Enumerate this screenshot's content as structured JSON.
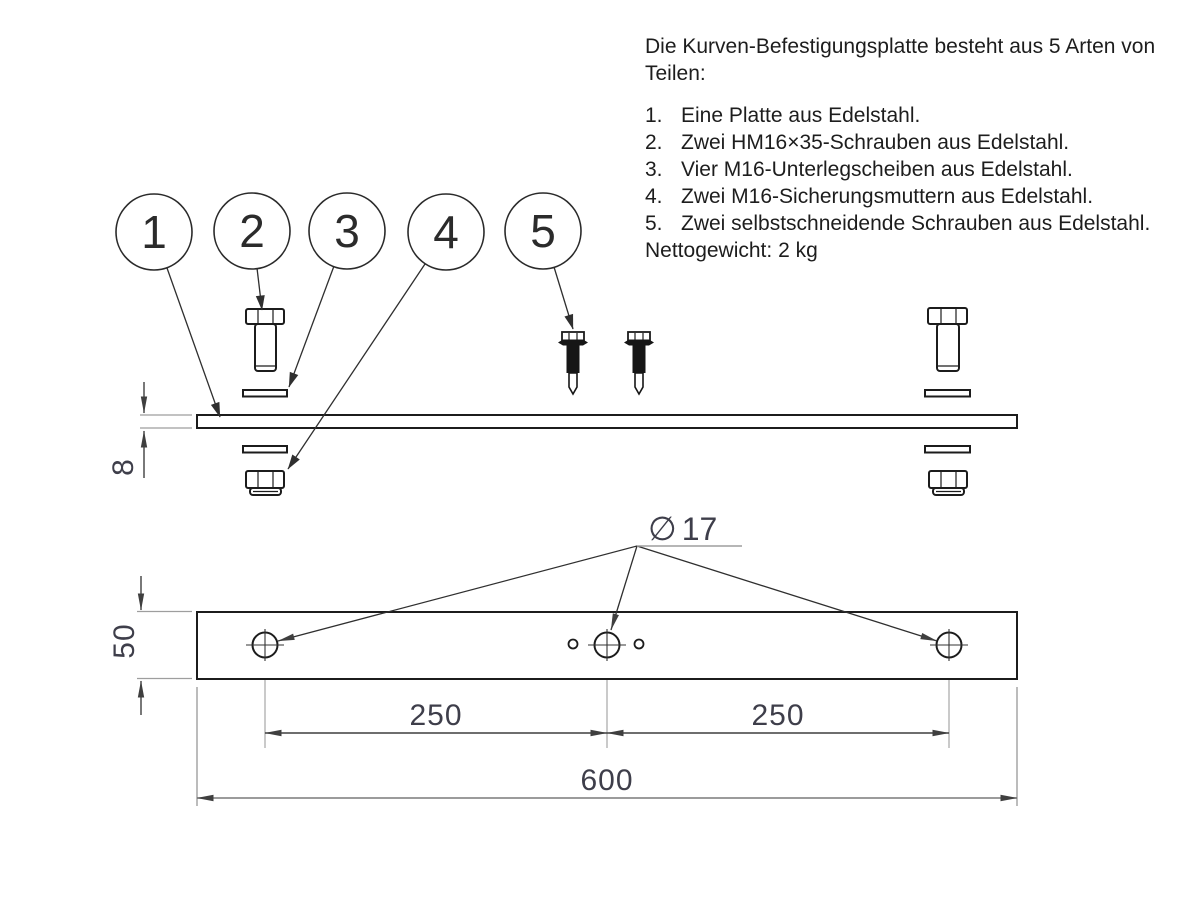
{
  "notes": {
    "intro_line1": "Die Kurven-Befestigungsplatte besteht aus 5 Arten von",
    "intro_line2": "Teilen:",
    "items": [
      {
        "num": "1.",
        "text": "Eine Platte aus Edelstahl."
      },
      {
        "num": "2.",
        "text": "Zwei HM16×35-Schrauben aus Edelstahl."
      },
      {
        "num": "3.",
        "text": "Vier M16-Unterlegscheiben aus Edelstahl."
      },
      {
        "num": "4.",
        "text": "Zwei M16-Sicherungsmuttern aus Edelstahl."
      },
      {
        "num": "5.",
        "text": "Zwei selbstschneidende Schrauben aus Edelstahl."
      }
    ],
    "net_weight": "Nettogewicht: 2 kg"
  },
  "balloons": [
    "1",
    "2",
    "3",
    "4",
    "5"
  ],
  "dimensions": {
    "plate_thickness": "8",
    "plate_width": "50",
    "hole_spacing_left": "250",
    "hole_spacing_right": "250",
    "overall_length": "600",
    "hole_diameter": "17",
    "diameter_symbol": "∅"
  },
  "colors": {
    "line": "#1c1c1c",
    "dimension_text": "#3e3e4a",
    "centerline": "#b3b3b3",
    "background": "#ffffff"
  }
}
